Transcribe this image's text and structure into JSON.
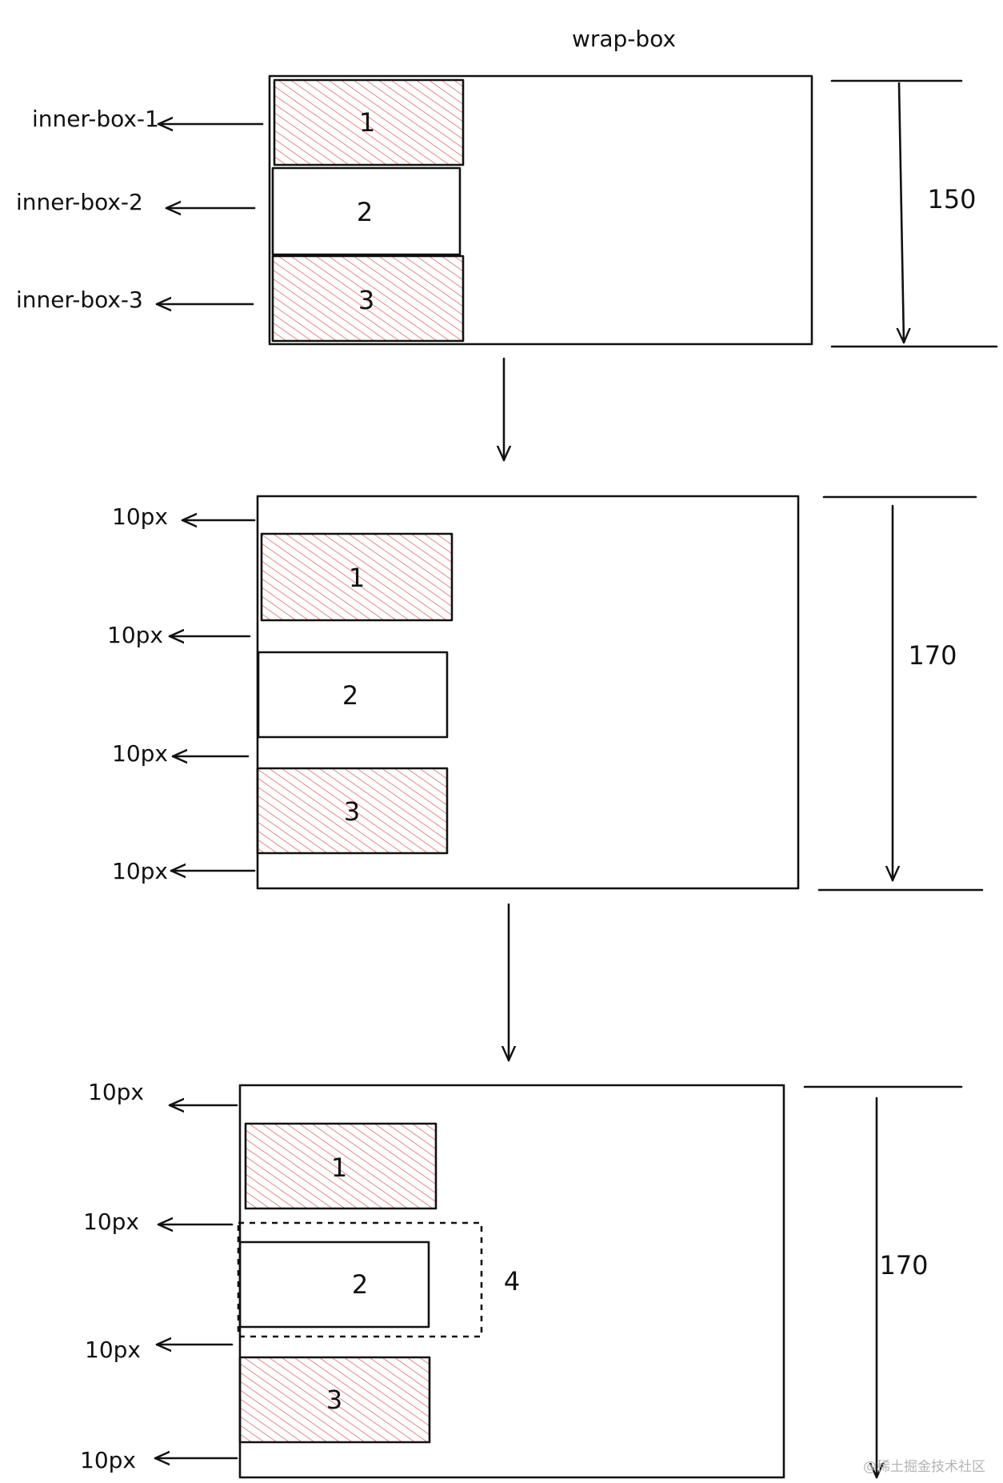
{
  "title": "wrap-box",
  "colors": {
    "ink": "#111111",
    "hatch": "#e06a6a",
    "background": "#ffffff"
  },
  "stage1": {
    "labels": [
      "inner-box-1",
      "inner-box-2",
      "inner-box-3"
    ],
    "box_numbers": [
      "1",
      "2",
      "3"
    ],
    "height_label": "150"
  },
  "stage2": {
    "gap_labels": [
      "10px",
      "10px",
      "10px",
      "10px"
    ],
    "box_numbers": [
      "1",
      "2",
      "3"
    ],
    "height_label": "170"
  },
  "stage3": {
    "gap_labels": [
      "10px",
      "10px",
      "10px",
      "10px"
    ],
    "box_numbers": [
      "1",
      "2",
      "3"
    ],
    "dashed_box_label": "4",
    "height_label": "170"
  },
  "watermark": "@稀土掘金技术社区"
}
